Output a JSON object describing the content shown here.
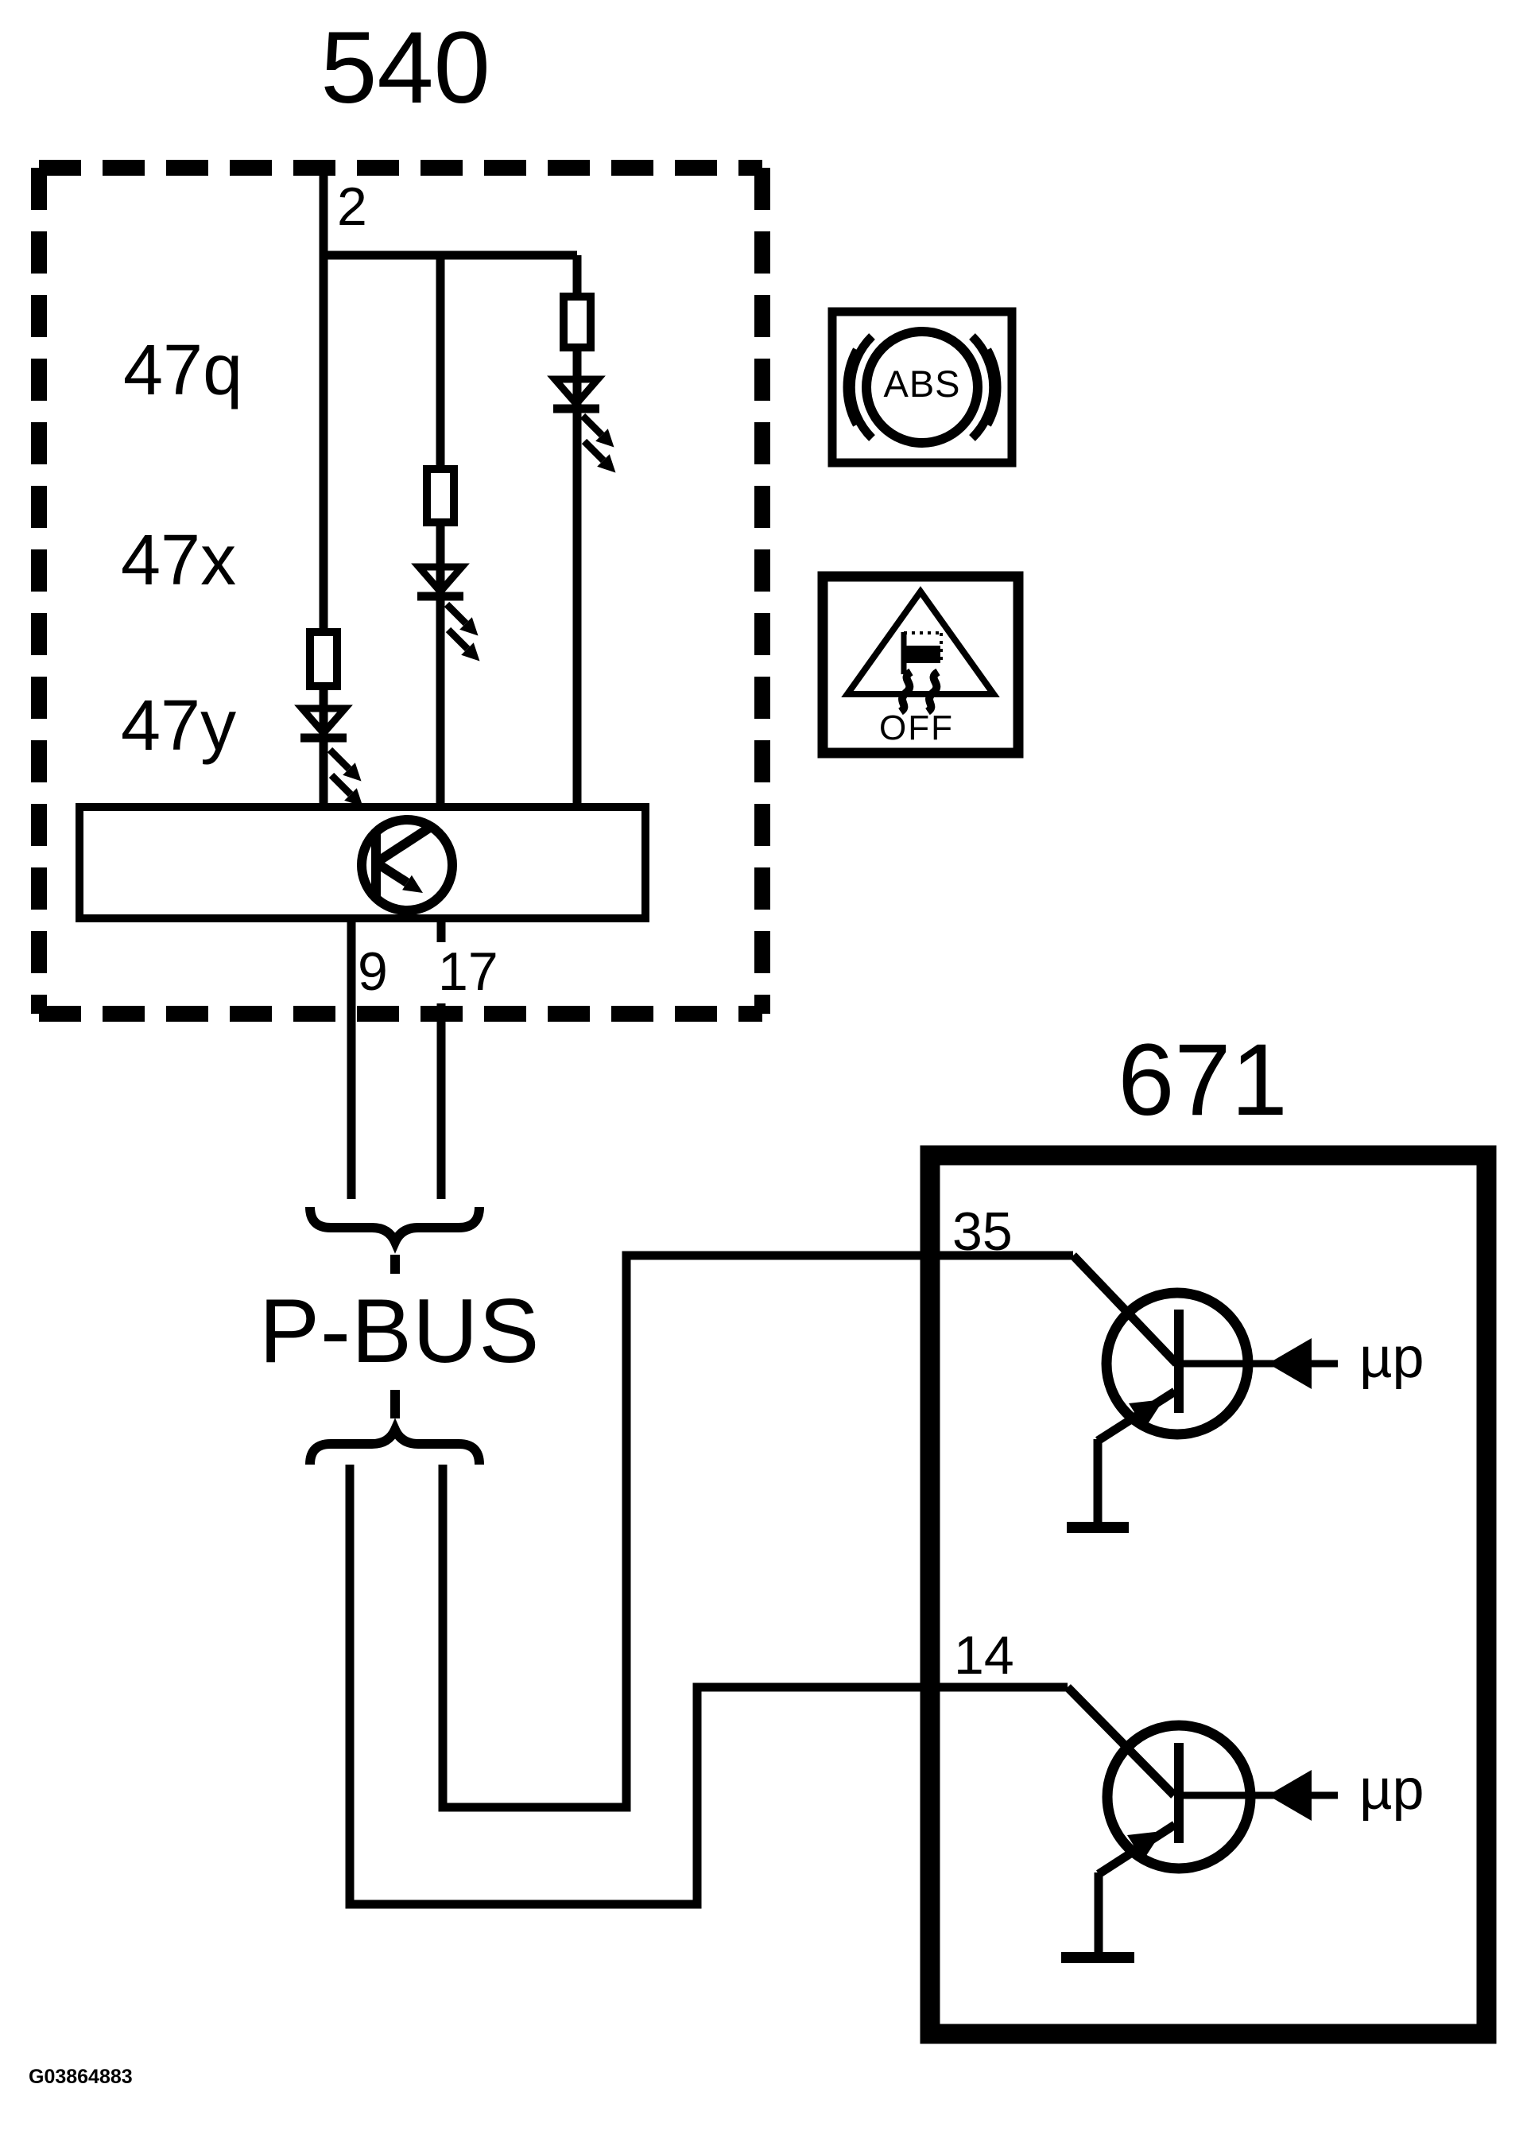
{
  "box540": {
    "id": "540",
    "pin_top": "2",
    "lamps": [
      "47q",
      "47x",
      "47y"
    ],
    "pin_left": "9",
    "pin_right": "17"
  },
  "bus": {
    "label": "P-BUS"
  },
  "box671": {
    "id": "671",
    "pin_a": "35",
    "pin_b": "14",
    "micro_a": "µp",
    "micro_b": "µp"
  },
  "icons": {
    "abs": "ABS",
    "off": "OFF"
  },
  "footer": {
    "doc_id": "G03864883"
  },
  "colors": {
    "ink": "#000000",
    "paper": "#ffffff"
  }
}
